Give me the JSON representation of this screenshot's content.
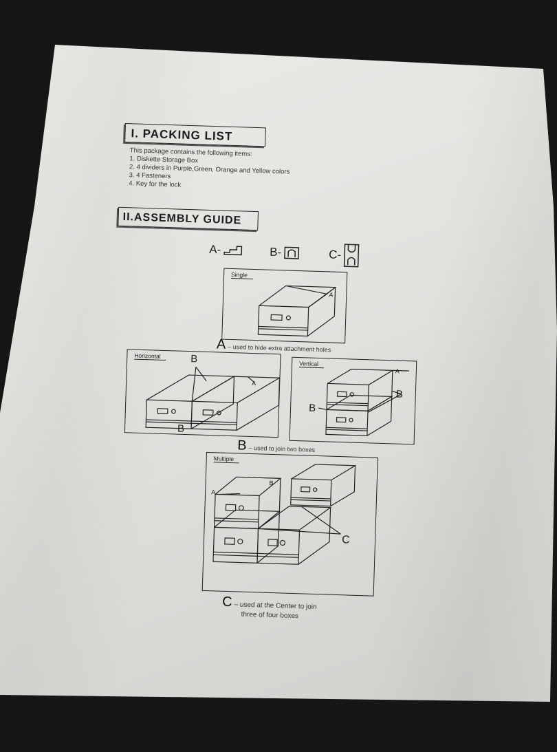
{
  "packing_list": {
    "title": "I. PACKING LIST",
    "intro": "This package contains the following items:",
    "items": [
      "1. Diskette Storage Box",
      "2. 4 dividers in Purple,Green, Orange and Yellow colors",
      "3. 4 Fasteners",
      "4. Key for the lock"
    ]
  },
  "assembly": {
    "title": "II.ASSEMBLY GUIDE",
    "parts": [
      {
        "label": "A-",
        "icon": "fastener-a-icon"
      },
      {
        "label": "B-",
        "icon": "fastener-b-icon"
      },
      {
        "label": "C-",
        "icon": "fastener-c-icon"
      }
    ],
    "single": {
      "label": "Single",
      "callout": "A"
    },
    "caption_a": {
      "letter": "A",
      "text": "– used to hide extra attachment holes"
    },
    "horizontal": {
      "label": "Horizontal",
      "callout_b": "B",
      "callout_a": "A"
    },
    "vertical": {
      "label": "Vertical",
      "callout_a": "A",
      "callout_b": "B"
    },
    "caption_b": {
      "letter": "B",
      "text": "– used to join two boxes"
    },
    "multiple": {
      "label": "Multiple",
      "callout_a": "A",
      "callout_b": "B",
      "callout_c": "C"
    },
    "caption_c": {
      "letter": "C",
      "text": "– used at the Center to join",
      "text2": "three of four boxes"
    }
  }
}
